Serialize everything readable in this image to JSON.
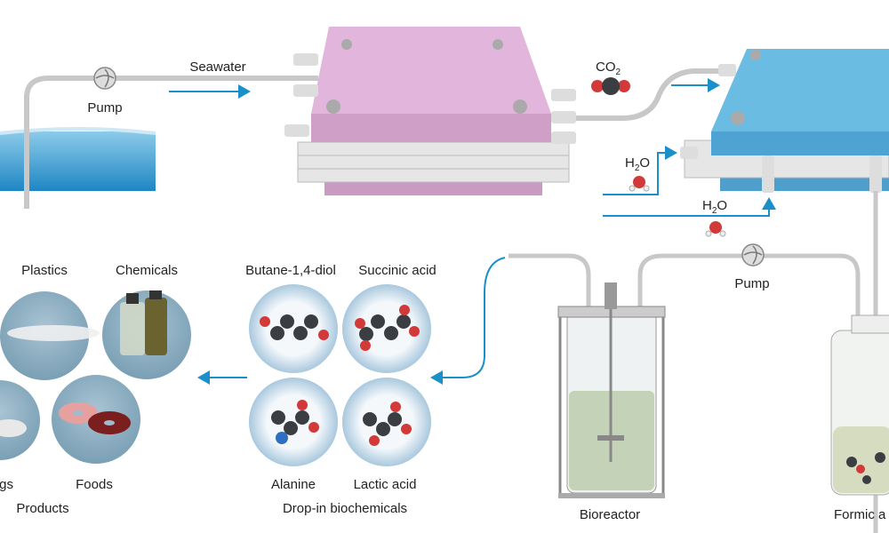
{
  "labels": {
    "seawater": "Seawater",
    "pump_top": "Pump",
    "co2": "CO",
    "co2_sub": "2",
    "h2o_1": "H",
    "h2o_1_sub": "2",
    "h2o_1_o": "O",
    "h2o_2": "H",
    "h2o_2_sub": "2",
    "h2o_2_o": "O",
    "pump_bottom": "Pump",
    "bioreactor": "Bioreactor",
    "formic_acid": "Formic a",
    "butanediol": "Butane-1,4-diol",
    "succinic_acid": "Succinic acid",
    "alanine": "Alanine",
    "lactic_acid": "Lactic acid",
    "drop_in": "Drop-in biochemicals",
    "plastics": "Plastics",
    "chemicals": "Chemicals",
    "drugs": "gs",
    "foods": "Foods",
    "products": "Products"
  },
  "colors": {
    "arrow": "#1a8fc9",
    "pink_device": "#d9a8d2",
    "blue_device": "#5fb3dc",
    "seawater": "#3fa3d6",
    "oxygen": "#d23a3a",
    "carbon": "#3a3d42",
    "nitrogen": "#2f6fc0"
  }
}
